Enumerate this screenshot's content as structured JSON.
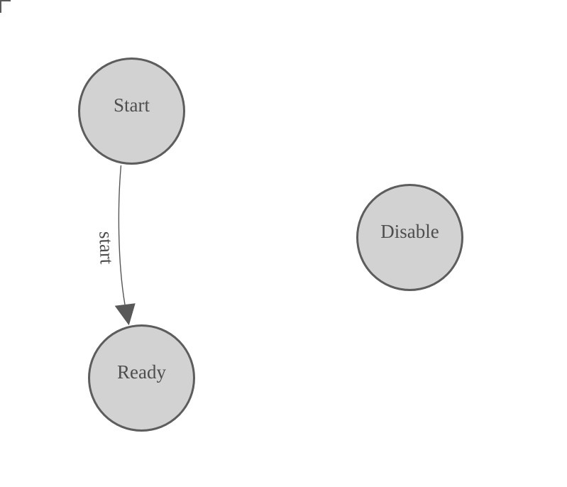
{
  "diagram": {
    "kind": "state-graph",
    "nodes": [
      {
        "id": "start",
        "label": "Start"
      },
      {
        "id": "ready",
        "label": "Ready"
      },
      {
        "id": "disable",
        "label": "Disable"
      }
    ],
    "edges": [
      {
        "from": "start",
        "to": "ready",
        "label": "start",
        "arrow": "to"
      }
    ],
    "colors": {
      "background": "#ffffff",
      "node_fill": "#d2d2d2",
      "node_border": "#5d5d5d",
      "label_text": "#4e4e4e",
      "edge_line": "#565656",
      "arrowhead": "#595959",
      "corner_mark": "#5a5a5a"
    }
  }
}
